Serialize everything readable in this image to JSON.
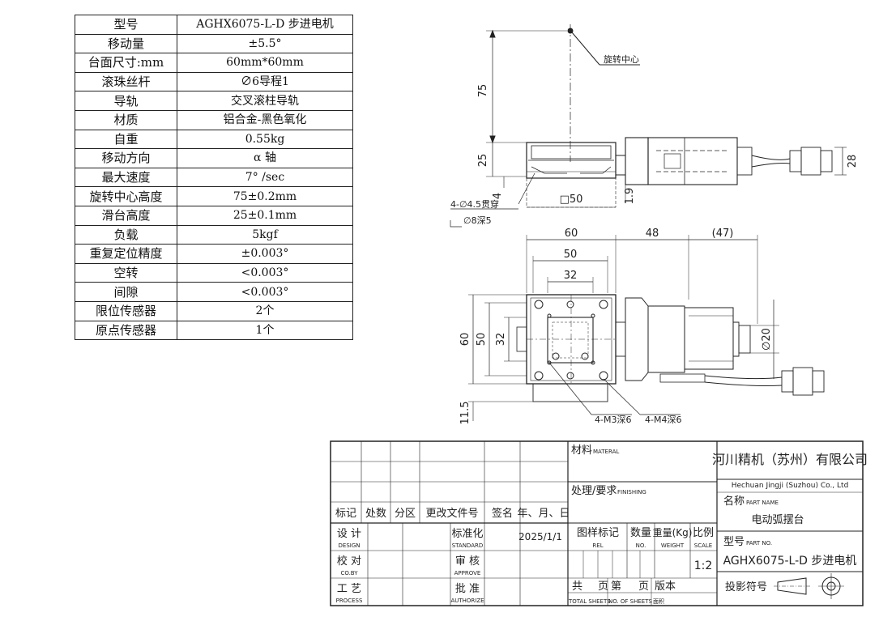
{
  "spec_table": [
    {
      "label": "型号",
      "value": "AGHX6075-L-D 步进电机"
    },
    {
      "label": "移动量",
      "value": "±5.5°"
    },
    {
      "label": "台面尺寸:mm",
      "value": "60mm*60mm"
    },
    {
      "label": "滚珠丝杆",
      "value": "∅6导程1"
    },
    {
      "label": "导轨",
      "value": "交叉滚柱导轨"
    },
    {
      "label": "材质",
      "value": "铝合金-黑色氧化"
    },
    {
      "label": "自重",
      "value": "0.55kg"
    },
    {
      "label": "移动方向",
      "value": "α 轴"
    },
    {
      "label": "最大速度",
      "value": "7° /sec"
    },
    {
      "label": "旋转中心高度",
      "value": "75±0.2mm"
    },
    {
      "label": "滑台高度",
      "value": "25±0.1mm"
    },
    {
      "label": "负载",
      "value": "5kgf"
    },
    {
      "label": "重复定位精度",
      "value": "±0.003°"
    },
    {
      "label": "空转",
      "value": "<0.003°"
    },
    {
      "label": "间隙",
      "value": "<0.003°"
    },
    {
      "label": "限位传感器",
      "value": "2个"
    },
    {
      "label": "原点传感器",
      "value": "1个"
    }
  ],
  "drawing": {
    "side_view": {
      "dim_height_center": "75",
      "dim_height_slide": "25",
      "dim_4": "4",
      "dim_1_9": "1.9",
      "dim_28": "28",
      "dim_square": "□50",
      "rotation_center_label": "旋转中心",
      "hole_note_1": "4-∅4.5贯穿",
      "hole_note_2": "∅8深5"
    },
    "top_view": {
      "dim_60_top": "60",
      "dim_48": "48",
      "dim_47": "(47)",
      "dim_50_top": "50",
      "dim_32_top": "32",
      "dim_60_left": "60",
      "dim_50_left": "50",
      "dim_32_left": "32",
      "dim_11_5": "11.5",
      "dim_dia20": "∅20",
      "note_m3": "4-M3深6",
      "note_m4": "4-M4深6"
    }
  },
  "title_block": {
    "col_mark": "标记",
    "col_count": "处数",
    "col_zone": "分区",
    "col_docno": "更改文件号",
    "col_sign": "签名",
    "col_date": "年、月、日",
    "design": "设 计",
    "design_en": "DESIGN",
    "check": "校 对",
    "check_en": "CO.BY",
    "process": "工 艺",
    "process_en": "PROCESS",
    "standard": "标准化",
    "standard_en": "STANDARD",
    "approve": "审 核",
    "approve_en": "APPROVE",
    "authorize": "批 准",
    "authorize_en": "AUTHORIZE",
    "date": "2025/1/1",
    "material": "材料",
    "material_en": "MATERAL",
    "finishing": "处理/要求",
    "finishing_en": "FINISHING",
    "rel": "图样标记",
    "rel_en": "REL",
    "qty": "数量",
    "qty_en": "NO.",
    "weight": "重量(Kg)",
    "weight_en": "WEIGHT",
    "scale": "比例",
    "scale_en": "SCALE",
    "scale_value": "1:2",
    "sheets_total": "共",
    "sheets_page": "页",
    "sheet_no": "第",
    "sheet_page2": "页",
    "version": "版本",
    "sheets_en_1": "TOTAL SHEETS",
    "sheets_en_2": "NO. OF SHEETS",
    "version_en": "面积",
    "company_cn": "河川精机（苏州）有限公司",
    "company_en": "Hechuan Jingji (Suzhou) Co., Ltd",
    "part_name_label": "名称",
    "part_name_en": "PART NAME",
    "part_name": "电动弧摆台",
    "part_no_label": "型号",
    "part_no_en": "PART NO.",
    "part_no": "AGHX6075-L-D 步进电机",
    "projection": "投影符号"
  }
}
